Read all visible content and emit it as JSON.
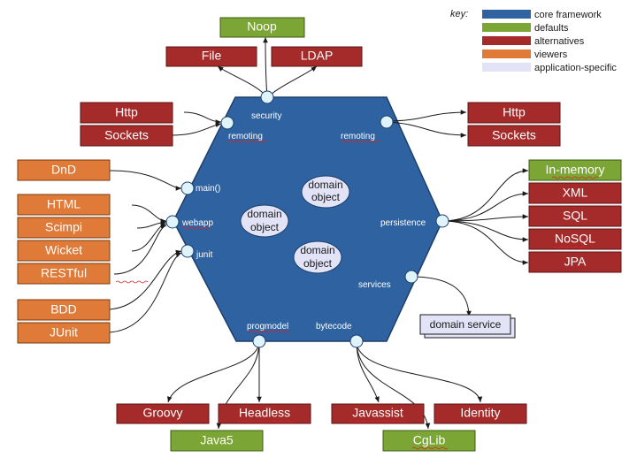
{
  "colors": {
    "core": "#2f62a0",
    "core_border": "#1d3f6b",
    "defaults": "#7ba534",
    "alternatives": "#a52a2a",
    "viewers": "#e07a38",
    "app_specific": "#e3e3f7",
    "port": "#dff3fa"
  },
  "key": {
    "title": "key:",
    "items": [
      {
        "label": "core framework",
        "color": "#2f62a0"
      },
      {
        "label": "defaults",
        "color": "#7ba534"
      },
      {
        "label": "alternatives",
        "color": "#a52a2a"
      },
      {
        "label": "viewers",
        "color": "#e07a38"
      },
      {
        "label": "application-specific",
        "color": "#e3e3f7"
      }
    ]
  },
  "ports": {
    "security": "security",
    "remoting_left": "remoting",
    "remoting_right": "remoting",
    "main": "main()",
    "webapp": "webapp",
    "junit": "junit",
    "persistence": "persistence",
    "services": "services",
    "progmodel": "progmodel",
    "bytecode": "bytecode"
  },
  "domain_objects": [
    {
      "line1": "domain",
      "line2": "object"
    },
    {
      "line1": "domain",
      "line2": "object"
    },
    {
      "line1": "domain",
      "line2": "object"
    }
  ],
  "boxes": {
    "noop": "Noop",
    "file": "File",
    "ldap": "LDAP",
    "http_left": "Http",
    "sockets_left": "Sockets",
    "http_right": "Http",
    "sockets_right": "Sockets",
    "dnd": "DnD",
    "html": "HTML",
    "scimpi": "Scimpi",
    "wicket": "Wicket",
    "restful": "RESTful",
    "bdd": "BDD",
    "junit": "JUnit",
    "inmemory": "In-memory",
    "xml": "XML",
    "sql": "SQL",
    "nosql": "NoSQL",
    "jpa": "JPA",
    "groovy": "Groovy",
    "headless": "Headless",
    "java5": "Java5",
    "javassist": "Javassist",
    "identity": "Identity",
    "cglib": "CgLib"
  },
  "service": "domain service"
}
